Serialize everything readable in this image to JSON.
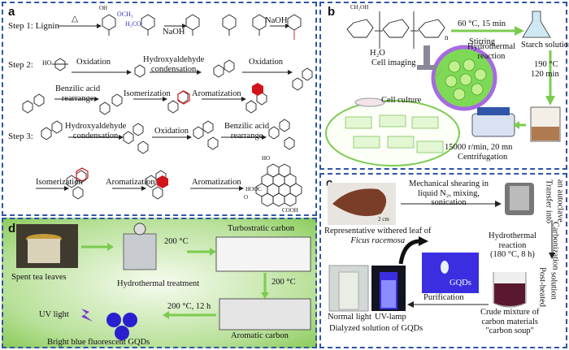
{
  "panel_a": {
    "letter": "a",
    "step1": "Step 1: Lignin",
    "step1_triangle": "△",
    "step1_h3co": "H₃CO",
    "step1_och3": "OCH₃",
    "step1_naoh_a": "NaOH",
    "step1_naoh_b": "NaOH",
    "step2": "Step 2:",
    "step2_ho": "HO",
    "oxidation_1": "Oxidation",
    "hydroxyaldehyde_condensation_1a": "Hydroxyaldehyde",
    "hydroxyaldehyde_condensation_1b": "condensation",
    "oxidation_2": "Oxidation",
    "benzilic_a": "Benzilic acid",
    "benzilic_b": "rearrange",
    "isomerization_1": "Isomerization",
    "aromatization_1": "Aromatization",
    "step3": "Step 3:",
    "hydroxyaldehyde_2a": "Hydroxyaldehyde",
    "hydroxyaldehyde_2b": "condensation",
    "oxidation_3": "Oxidation",
    "benzilic_2a": "Benzilic acid",
    "benzilic_2b": "rearrange",
    "isomerization_2": "Isomerization",
    "aromatization_2": "Aromatization",
    "aromatization_3": "Aromatization",
    "oh": "OH",
    "ho": "HO",
    "o": "O",
    "cooh": "COOH",
    "hooc": "HOOC"
  },
  "panel_b": {
    "letter": "b",
    "conditions_1": "60 °C, 15 min",
    "stirring": "Stirring",
    "h2o": "H₂O",
    "starch_solution": "Starch solution",
    "cell_imaging": "Cell imaging",
    "hydrothermal_a": "Hydrothermal",
    "hydrothermal_b": "reaction",
    "temp": "190 °C",
    "time": "120 min",
    "cell_culture": "Cell culture",
    "centrifuge_conditions": "15000 r/min, 20 mn",
    "centrifugation": "Centrifugation",
    "n_label": "n",
    "ch2oh": "CH₂OH"
  },
  "panel_c": {
    "letter": "c",
    "scale_bar": "2 cm",
    "shearing_a": "Mechanical shearing in",
    "shearing_b": "liquid N₂, mixing,",
    "shearing_c": "sonication",
    "transfer_a": "Transfer into",
    "transfer_b": "an autoclave",
    "leaf_caption_a": "Representative withered leaf of",
    "leaf_caption_b": "Ficus racemosa",
    "hydro_a": "Hydrothermal",
    "hydro_b": "reaction",
    "hydro_c": "(180 °C, 8 h)",
    "carbonization": "Carbonization",
    "post_heated_a": "Post-heated",
    "post_heated_b": "solution",
    "gqds": "GQDs",
    "normal_light": "Normal light",
    "uv_lamp": "UV-lamp",
    "purification": "Purification",
    "dialyzed": "Dialyzed solution of GQDs",
    "crude_a": "Crude mixture of",
    "crude_b": "carbon materials",
    "crude_c": "\"carbon soup\""
  },
  "panel_d": {
    "letter": "d",
    "spent_tea": "Spent tea leaves",
    "hydro_treatment": "Hydrothermal treatment",
    "temp1": "200 °C",
    "turbostratic": "Turbostratic carbon",
    "temp2": "200 °C",
    "temp3": "200 °C, 12 h",
    "uv_light": "UV light",
    "bright_blue": "Bright blue fluorescent GQDs",
    "aromatic_carbon": "Aromatic carbon"
  },
  "colors": {
    "border": "#2f56a8",
    "panel_d_green": "#8ccc5c",
    "arrow_green": "#7ccb4f",
    "gqd_green": "#7ed957",
    "uv_blue": "#3a2ee0",
    "red": "#d0141a",
    "blue_label": "#3030c0"
  }
}
